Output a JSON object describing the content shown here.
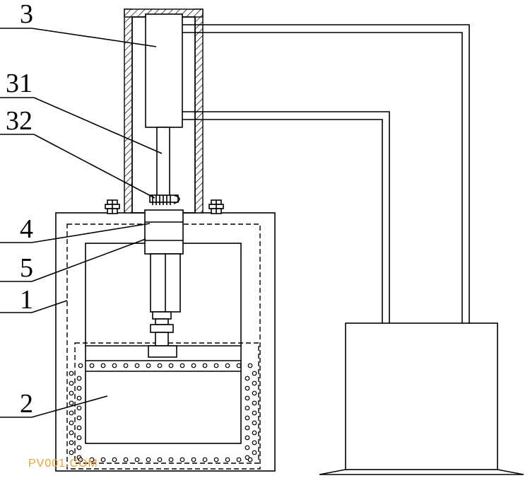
{
  "labels": {
    "l3": "3",
    "l31": "31",
    "l32": "32",
    "l4": "4",
    "l5": "5",
    "l1": "1",
    "l2": "2"
  },
  "watermark": "PV001.COM",
  "colors": {
    "line": "#000000",
    "watermark": "#e8a33a",
    "background": "#ffffff"
  }
}
